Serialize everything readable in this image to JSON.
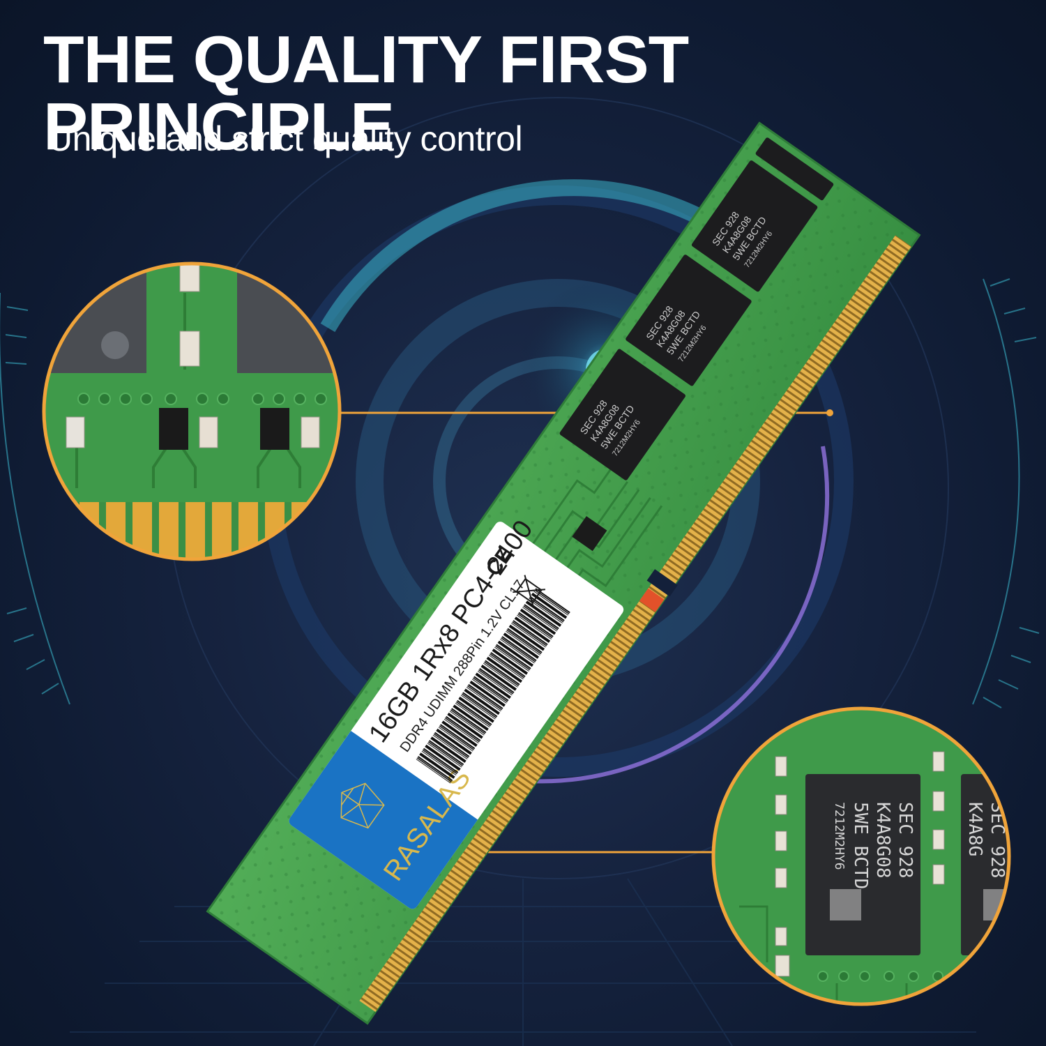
{
  "headline": "THE QUALITY FIRST PRINCIPLE",
  "subheadline": "Unique and strict quality control",
  "module_label": {
    "brand": "RASALAS",
    "capacity_line": "16GB 1Rx8 PC4-2400",
    "spec_line": "DDR4 UDIMM 288Pin 1.2V  CL17",
    "ce_mark": "CE"
  },
  "chip_marking": {
    "line1": "SEC 928",
    "line2": "K4A8G08",
    "line3": "5WE BCTD",
    "line4": "7212M2HY6"
  },
  "zoom_chip_marking": {
    "line1": "SEC 928",
    "line2": "K4A8G08",
    "line3": "5WE BCTD",
    "line4": "7212M2HY6",
    "second_chip_line1": "SEC 928",
    "second_chip_line2": "K4A8G"
  },
  "colors": {
    "background": "#13203a",
    "pcb_green": "#3f9a4a",
    "accent_orange": "#f0a43a",
    "label_blue": "#1a73c4",
    "gold_contacts": "#d9a640",
    "ring_teal": "#3bb3c9",
    "ring_purple": "#8b6fd6"
  }
}
